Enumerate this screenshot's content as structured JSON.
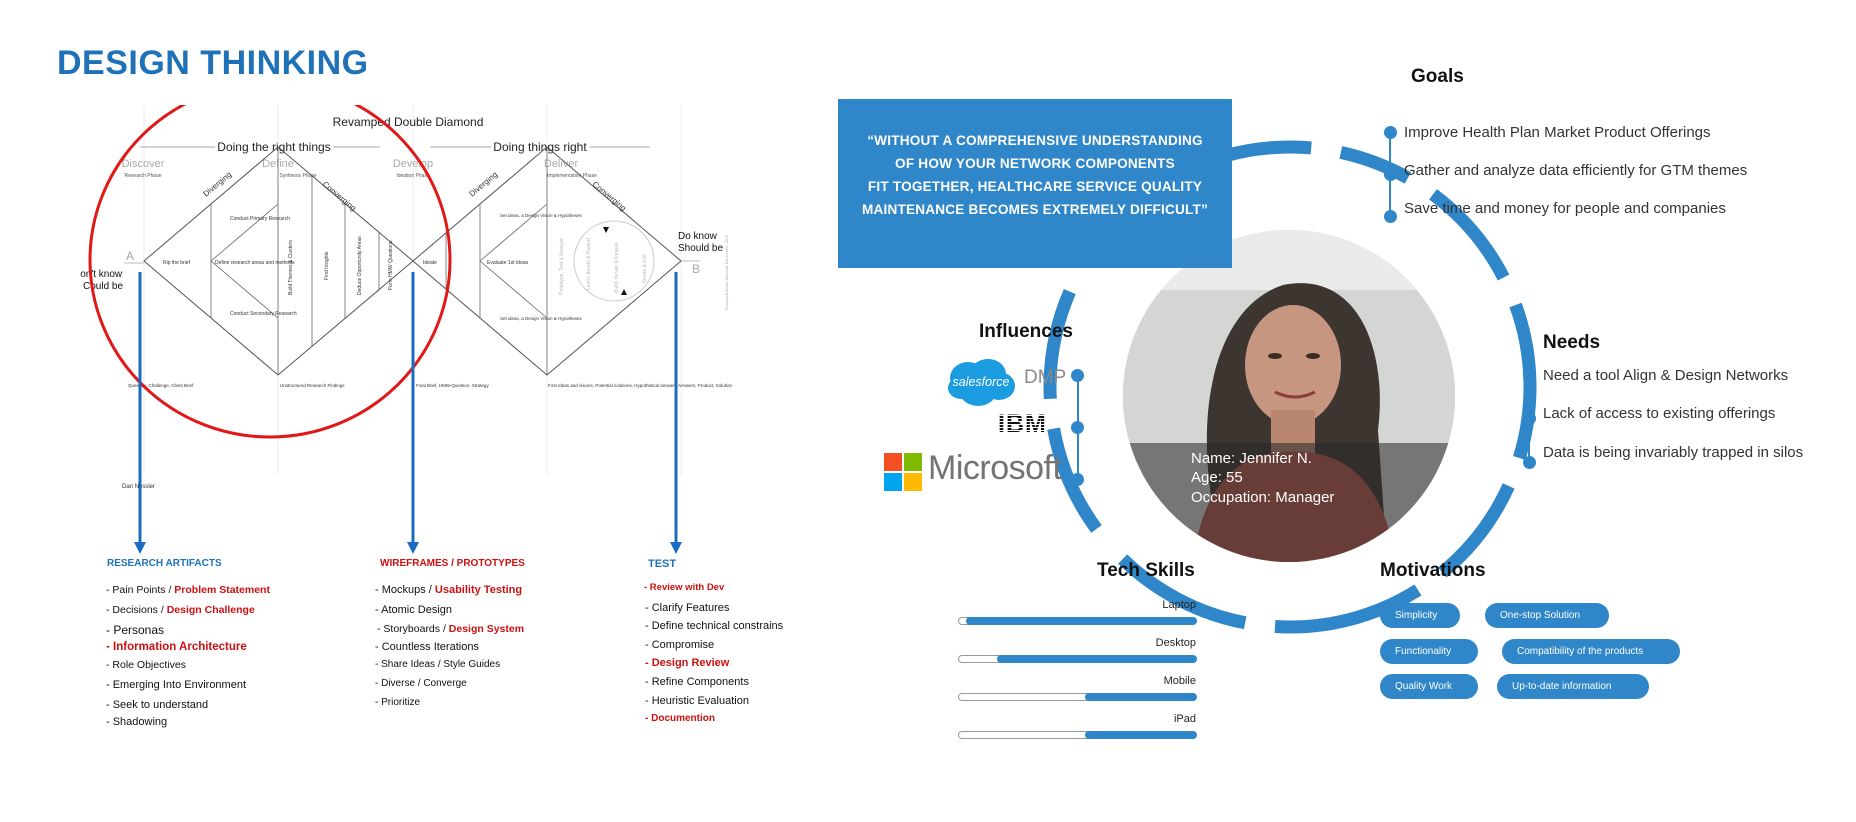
{
  "page_title": "DESIGN THINKING",
  "double_diamond": {
    "title": "Revamped Double Diamond",
    "left_header": "Doing the right things",
    "right_header": "Doing things right",
    "phases": [
      {
        "name": "Discover",
        "sub": "Research Phase"
      },
      {
        "name": "Define",
        "sub": "Synthesis Phase"
      },
      {
        "name": "Develop",
        "sub": "Ideation Phase"
      },
      {
        "name": "Deliver",
        "sub": "Implementation Phase"
      }
    ],
    "point_a": "A",
    "point_b": "B",
    "start_label": [
      "Don't know",
      "Could be"
    ],
    "end_label": [
      "Do know",
      "Should be"
    ],
    "diverging": "Diverging",
    "converging": "Converging",
    "d1_items": [
      "Rip the brief",
      "Conduct Primary Research",
      "Define research areas and methods",
      "Conduct Secondary Research",
      "Build Themes & Clusters",
      "Find Insights",
      "Deduce Opportunity Areas",
      "Form HMW Questions"
    ],
    "d2_items": [
      "Ideate",
      "Evaluate 1st Ideas",
      "Set ideas, a Design Vision & Hypotheses",
      "Set ideas, a Design Vision & Hypotheses",
      "Prototype, Test & Analyze",
      "Learn, Iterate & Repeat",
      "Build, Iterate & Repeat",
      "Iterate & Exit"
    ],
    "bottom_labels": [
      "Question, Challenge, Client Brief",
      "Unstructured Research Findings",
      "Final Brief, HMW-Question, Strategy",
      "First Ideas and visions, Potential solutions, Hypothetical answers",
      "Answers, Product, Solution"
    ],
    "author": "Dan Nessler",
    "side_credit": "Revamped Double Diamond, Dan Nessler, 2016"
  },
  "columns": [
    {
      "heading": "RESEARCH ARTIFACTS",
      "heading_color": "#1f72b8",
      "items": [
        {
          "pre": "- Pain Points / ",
          "hl": "Problem Statement"
        },
        {
          "pre": "- Decisions / ",
          "hl": "Design Challenge"
        },
        {
          "pre": "- Personas",
          "hl": ""
        },
        {
          "pre": "",
          "hl": "- Information Architecture"
        },
        {
          "pre": "- Role Objectives",
          "hl": ""
        },
        {
          "pre": "- Emerging Into Environment",
          "hl": ""
        },
        {
          "pre": "- Seek to understand",
          "hl": ""
        },
        {
          "pre": "- Shadowing",
          "hl": ""
        }
      ]
    },
    {
      "heading": "WIREFRAMES / PROTOTYPES",
      "heading_color": "#cc1111",
      "items": [
        {
          "pre": "- Mockups  / ",
          "hl": "Usability Testing"
        },
        {
          "pre": " - Atomic Design",
          "hl": ""
        },
        {
          "pre": "- Storyboards / ",
          "hl": "Design System"
        },
        {
          "pre": " - Countless Iterations",
          "hl": ""
        },
        {
          "pre": " - Share Ideas / Style Guides",
          "hl": ""
        },
        {
          "pre": " - Diverse / Converge",
          "hl": ""
        },
        {
          "pre": " - Prioritize",
          "hl": ""
        }
      ]
    },
    {
      "heading": "TEST",
      "heading_color": "#1f72b8",
      "items": [
        {
          "pre": "",
          "hl": "- Review with Dev"
        },
        {
          "pre": " - Clarify Features",
          "hl": ""
        },
        {
          "pre": " - Define technical constrains",
          "hl": ""
        },
        {
          "pre": " - Compromise",
          "hl": ""
        },
        {
          "pre": "",
          "hl": " - Design Review"
        },
        {
          "pre": " - Refine Components",
          "hl": ""
        },
        {
          "pre": " - Heuristic Evaluation",
          "hl": ""
        },
        {
          "pre": "",
          "hl": "- Documention"
        }
      ]
    }
  ],
  "persona": {
    "quote_lines": [
      "“WITHOUT A COMPREHENSIVE UNDERSTANDING",
      "OF HOW YOUR NETWORK COMPONENTS",
      "FIT TOGETHER, HEALTHCARE SERVICE QUALITY",
      "MAINTENANCE BECOMES EXTREMELY DIFFICULT”"
    ],
    "name": "Name: Jennifer N.",
    "age": "Age: 55",
    "occupation": "Occupation: Manager",
    "goals": {
      "title": "Goals",
      "items": [
        "Improve Health Plan Market Product Offerings",
        "Gather and analyze data efficiently for GTM themes",
        "Save time and money for people and companies"
      ]
    },
    "needs": {
      "title": "Needs",
      "items": [
        "Need a tool Align & Design Networks",
        "Lack of access to existing offerings",
        "Data is being invariably trapped in silos"
      ]
    },
    "influences": {
      "title": "Influences",
      "logos": [
        "salesforce",
        "DMP",
        "IBM",
        "Microsoft"
      ]
    },
    "tech_skills": {
      "title": "Tech Skills",
      "items": [
        {
          "label": "Laptop",
          "level": 0.97
        },
        {
          "label": "Desktop",
          "level": 0.84
        },
        {
          "label": "Mobile",
          "level": 0.47
        },
        {
          "label": "iPad",
          "level": 0.47
        }
      ]
    },
    "motivations": {
      "title": "Motivations",
      "items": [
        "Simplicity",
        "One-stop Solution",
        "Functionality",
        "Compatibility of the products",
        "Quality Work",
        "Up-to-date information"
      ]
    },
    "accent_color": "#2f86c9"
  }
}
